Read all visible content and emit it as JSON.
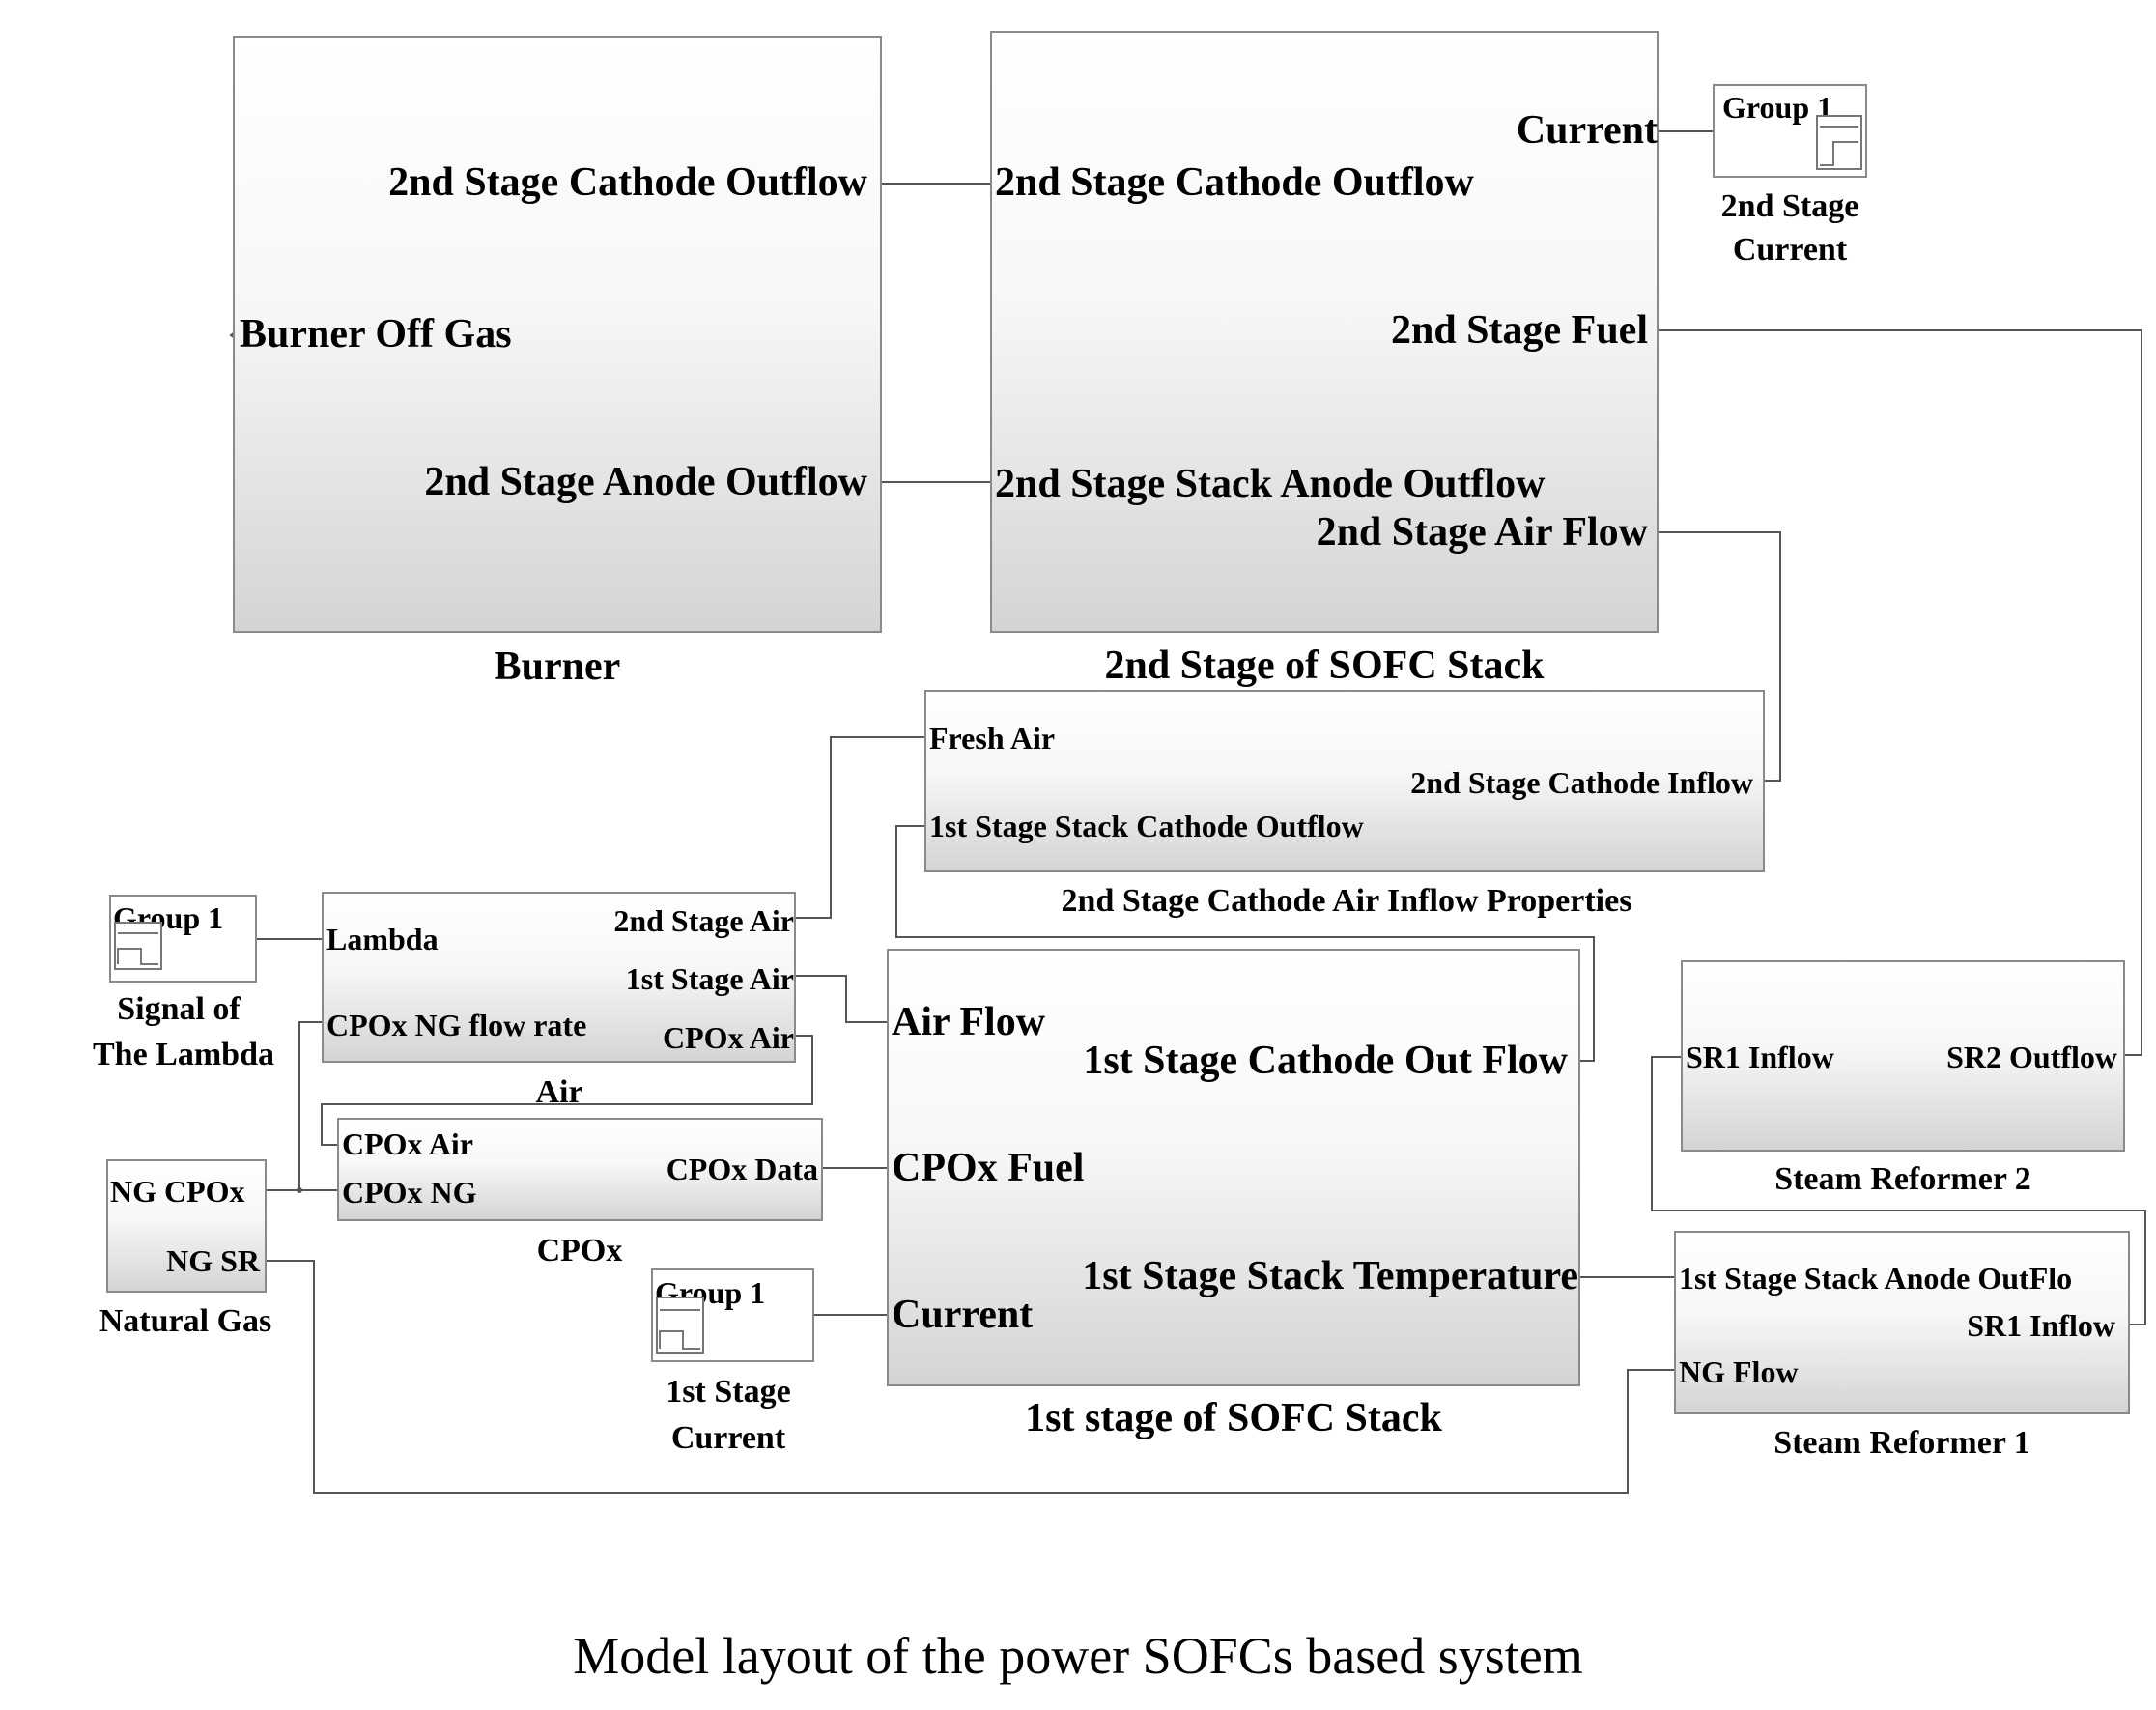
{
  "burner": {
    "ports": {
      "cathode_outflow": "2nd Stage Cathode  Outflow",
      "off_gas": "Burner Off Gas",
      "anode_outflow": "2nd Stage Anode  Outflow"
    },
    "caption": "Burner"
  },
  "stack2": {
    "ports": {
      "current": "Current",
      "cathode_outflow": "2nd Stage Cathode Outflow",
      "fuel": "2nd Stage Fuel",
      "anode_outflow": "2nd Stage Stack  Anode Outflow",
      "air_flow": "2nd Stage Air Flow"
    },
    "caption": "2nd Stage of SOFC Stack"
  },
  "group_2nd_current": {
    "label": "Group 1",
    "caption_line1": "2nd Stage",
    "caption_line2": "Current"
  },
  "cathode_inflow": {
    "ports": {
      "fresh_air": "Fresh Air",
      "cathode_inflow": "2nd Stage  Cathode Inflow",
      "stack_cathode_outflow": "1st Stage Stack Cathode Outflow"
    },
    "caption": "2nd Stage Cathode Air Inflow Properties"
  },
  "group_lambda": {
    "label": "Group 1",
    "caption_line1": "Signal of",
    "caption_line2": "The Lambda"
  },
  "air": {
    "ports": {
      "lambda": "Lambda",
      "stage2_air": "2nd Stage Air",
      "stage1_air": "1st Stage Air",
      "cpox_ng_flow": "CPOx NG flow rate",
      "cpox_air": "CPOx Air"
    },
    "caption": "Air"
  },
  "cpox": {
    "ports": {
      "cpox_air": "CPOx Air",
      "cpox_ng": "CPOx NG",
      "cpox_data": "CPOx Data"
    },
    "caption": "CPOx"
  },
  "natural_gas": {
    "ports": {
      "ng_cpox": "NG CPOx",
      "ng_sr": "NG SR"
    },
    "caption": "Natural Gas"
  },
  "stack1": {
    "ports": {
      "air_flow": "Air Flow",
      "cathode_outflow": "1st Stage Cathode   Out Flow",
      "cpox_fuel": "CPOx Fuel",
      "temperature": "1st Stage Stack Temperature",
      "current": "Current"
    },
    "caption": "1st stage of SOFC Stack"
  },
  "group_1st_current": {
    "label": "Group 1",
    "caption_line1": "1st Stage",
    "caption_line2": "Current"
  },
  "sr2": {
    "ports": {
      "inflow": "SR1 Inflow",
      "outflow": "SR2 Outflow"
    },
    "caption": "Steam Reformer 2"
  },
  "sr1": {
    "ports": {
      "anode_outflow": "1st Stage Stack  Anode OutFlo",
      "inflow": "SR1 Inflow",
      "ng_flow": "NG Flow"
    },
    "caption": "Steam Reformer 1"
  },
  "figure_caption": "Model layout of the power SOFCs based system"
}
